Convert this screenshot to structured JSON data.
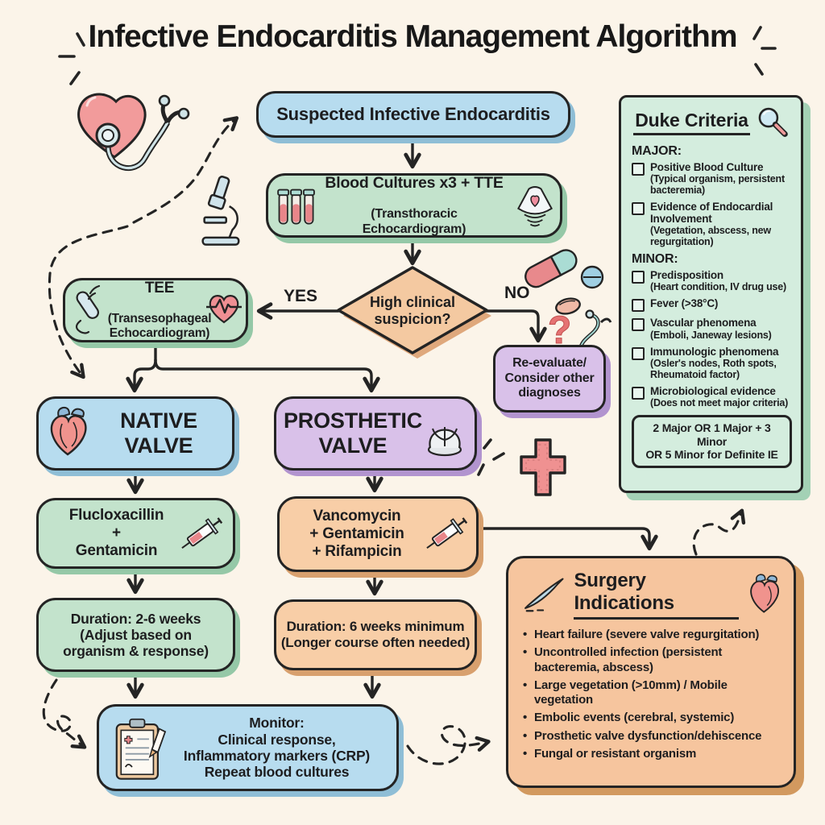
{
  "title": "Infective Endocarditis Management Algorithm",
  "flow": {
    "suspected": "Suspected Infective Endocarditis",
    "blood_l1": "Blood Cultures x3 + TTE",
    "blood_l2": "(Transthoracic Echocardiogram)",
    "decision": "High clinical\nsuspicion?",
    "yes": "YES",
    "no": "NO",
    "tee_l1": "TEE",
    "tee_l2": "(Transesophageal\nEchocardiogram)",
    "reevaluate": "Re-evaluate/\nConsider other\ndiagnoses",
    "native": "NATIVE\nVALVE",
    "prosthetic": "PROSTHETIC\nVALVE",
    "native_abx": "Flucloxacillin\n+\nGentamicin",
    "prosthetic_abx": "Vancomycin\n+ Gentamicin\n+ Rifampicin",
    "native_duration": "Duration: 2-6 weeks\n(Adjust based on\norganism & response)",
    "prosthetic_duration": "Duration: 6 weeks minimum\n(Longer course often needed)",
    "monitor": "Monitor:\nClinical response,\nInflammatory markers (CRP)\nRepeat blood cultures"
  },
  "duke": {
    "title": "Duke Criteria",
    "major_label": "MAJOR:",
    "major_items": [
      {
        "title": "Positive Blood Culture",
        "detail": "(Typical organism, persistent\nbacteremia)"
      },
      {
        "title": "Evidence of Endocardial\nInvolvement",
        "detail": "(Vegetation, abscess, new\nregurgitation)"
      }
    ],
    "minor_label": "MINOR:",
    "minor_items": [
      {
        "title": "Predisposition",
        "detail": "(Heart condition, IV drug use)"
      },
      {
        "title": "Fever (>38°C)",
        "detail": ""
      },
      {
        "title": "Vascular phenomena",
        "detail": "(Emboli, Janeway lesions)"
      },
      {
        "title": "Immunologic phenomena",
        "detail": "(Osler's nodes, Roth spots,\nRheumatoid factor)"
      },
      {
        "title": "Microbiological evidence",
        "detail": "(Does not meet major criteria)"
      }
    ],
    "summary": "2 Major OR 1 Major + 3 Minor\nOR 5 Minor for Definite IE"
  },
  "surgery": {
    "title": "Surgery Indications",
    "bullets": [
      "Heart failure (severe valve regurgitation)",
      "Uncontrolled infection (persistent bacteremia, abscess)",
      "Large vegetation (>10mm) / Mobile vegetation",
      "Embolic events (cerebral, systemic)",
      "Prosthetic valve dysfunction/dehiscence",
      "Fungal or resistant organism"
    ]
  },
  "palette": {
    "background": "#fbf4e9",
    "ink": "#242424",
    "blue": "#b7dcef",
    "green": "#c3e3cc",
    "mint": "#d4edde",
    "purple": "#d9c1e9",
    "orange": "#f8cea7",
    "peach": "#f4c9a1",
    "red": "#ef9191",
    "teal": "#9fd4cf"
  }
}
